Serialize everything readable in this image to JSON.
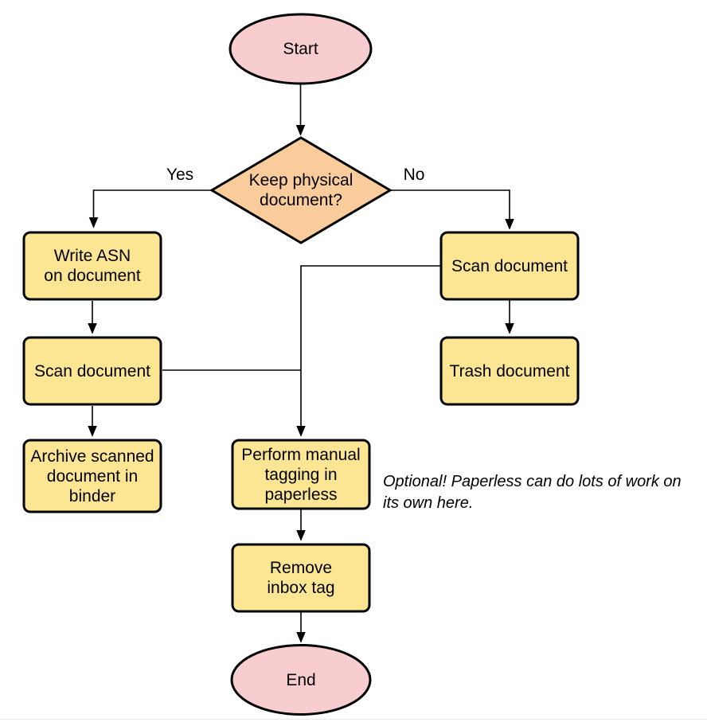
{
  "diagram": {
    "type": "flowchart",
    "nodes": {
      "start": "Start",
      "decision": "Keep physical\ndocument?",
      "write_asn": "Write ASN\non document",
      "scan_left": "Scan document",
      "archive": "Archive scanned\ndocument in\nbinder",
      "scan_right": "Scan document",
      "trash": "Trash document",
      "tagging": "Perform manual\ntagging in\npaperless",
      "remove_inbox": "Remove\ninbox tag",
      "end": "End"
    },
    "edge_labels": {
      "yes": "Yes",
      "no": "No"
    },
    "annotation": "Optional! Paperless can do lots of work on\nits own here.",
    "colors": {
      "terminal_fill": "#F7CDCF",
      "decision_fill": "#FACC9B",
      "process_fill": "#FCE593",
      "stroke": "#000000"
    }
  }
}
